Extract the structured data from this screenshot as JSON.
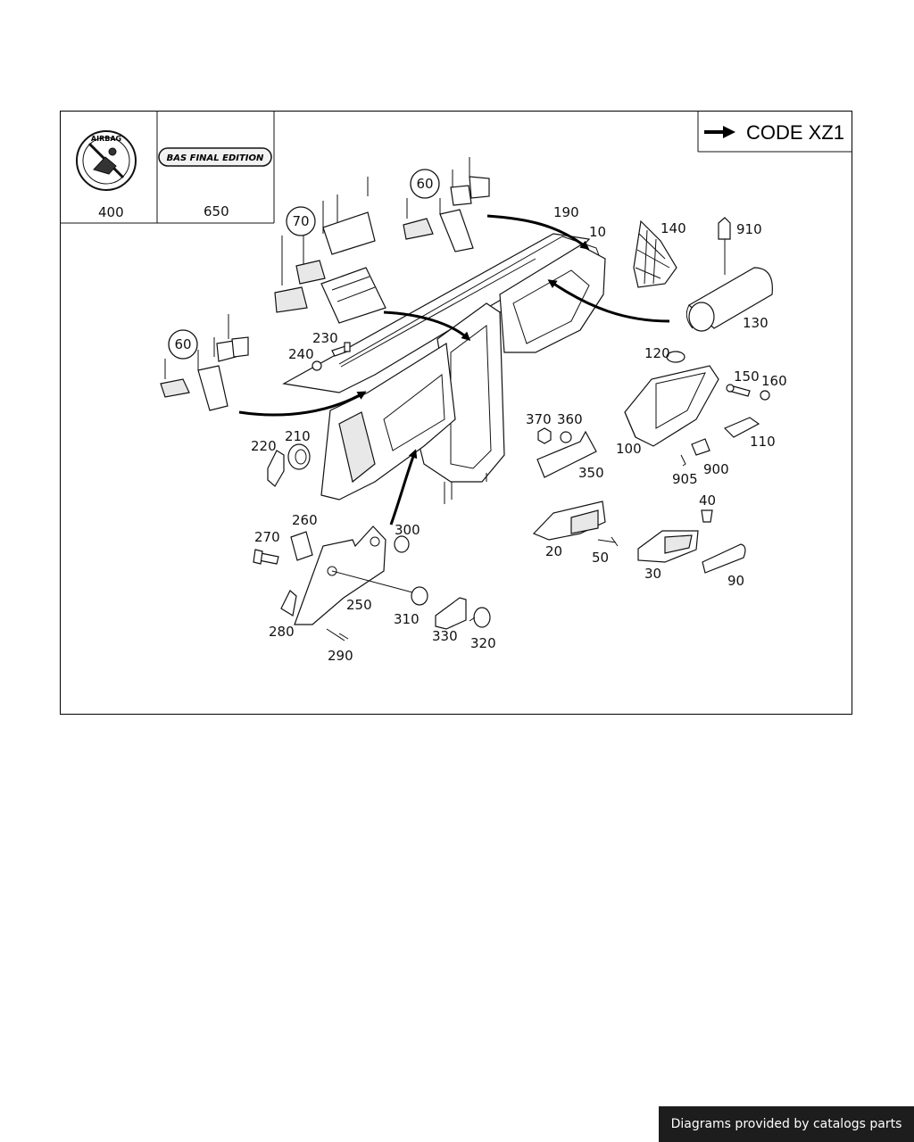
{
  "code_box": {
    "label": "CODE XZ1"
  },
  "badge_650": {
    "text": "BAS FINAL EDITION"
  },
  "airbag_sticker": {
    "text": "AIRBAG"
  },
  "callouts": {
    "c10": "10",
    "c20": "20",
    "c30": "30",
    "c40": "40",
    "c50": "50",
    "c60a": "60",
    "c60b": "60",
    "c70": "70",
    "c90": "90",
    "c100": "100",
    "c110": "110",
    "c120": "120",
    "c130": "130",
    "c140": "140",
    "c150": "150",
    "c160": "160",
    "c190": "190",
    "c210": "210",
    "c220": "220",
    "c230": "230",
    "c240": "240",
    "c250": "250",
    "c260": "260",
    "c270": "270",
    "c280": "280",
    "c290": "290",
    "c300": "300",
    "c310": "310",
    "c320": "320",
    "c330": "330",
    "c350": "350",
    "c360": "360",
    "c370": "370",
    "c400": "400",
    "c650": "650",
    "c900": "900",
    "c905": "905",
    "c910": "910"
  },
  "footer": {
    "text": "Diagrams provided by catalogs parts"
  }
}
